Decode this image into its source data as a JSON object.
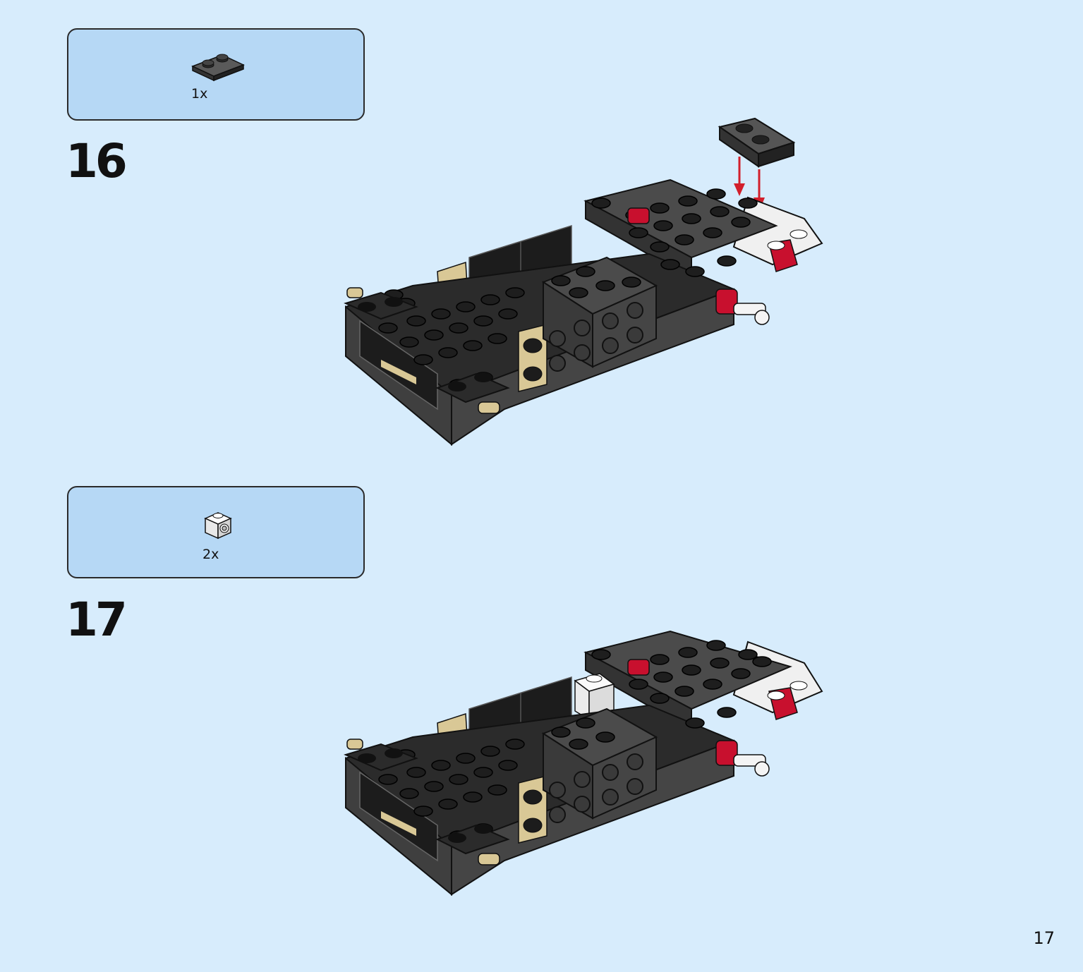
{
  "steps": [
    {
      "number": "16",
      "parts": [
        {
          "icon": "dark-grey-plate-1x2-with-rail-icon",
          "quantity": "1x"
        }
      ]
    },
    {
      "number": "17",
      "parts": [
        {
          "icon": "white-brick-1x1-with-side-stud-icon",
          "quantity": "2x"
        }
      ]
    }
  ],
  "page": {
    "number": "17"
  },
  "colors": {
    "background": "#d7ecfc",
    "parts_box": "#b6d8f5",
    "dark_grey": "#4b4b4b",
    "black": "#1c1c1c",
    "tan": "#d9c896",
    "red": "#c8102e",
    "white": "#f4f4f4",
    "arrow": "#d21f2b"
  }
}
